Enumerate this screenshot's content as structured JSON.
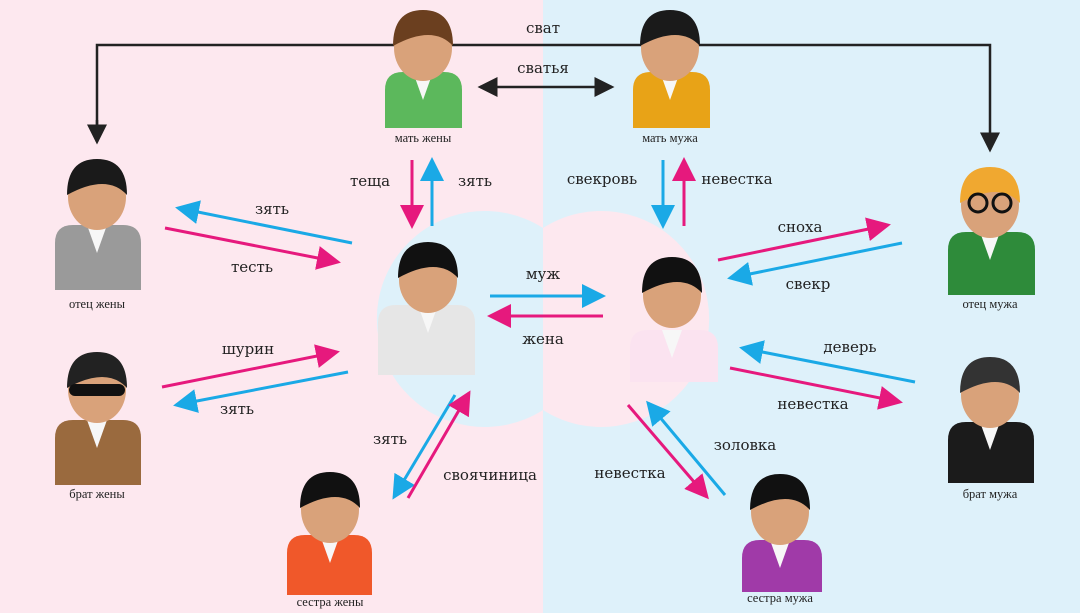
{
  "colors": {
    "left_bg": "#fde8ef",
    "right_bg": "#def1fa",
    "pink": "#e6197d",
    "blue": "#1aa9e6",
    "black": "#222222",
    "skin": "#d9a27a"
  },
  "people": {
    "wife_mother": {
      "name": "мать жены",
      "body": "#5cb85c",
      "hair": "#6b3f1f"
    },
    "husband_mother": {
      "name": "мать мужа",
      "body": "#e8a317",
      "hair": "#1a1a1a"
    },
    "wife_father": {
      "name": "отец жены",
      "body": "#9a9a9a",
      "hair": "#1a1a1a"
    },
    "husband_father": {
      "name": "отец мужа",
      "body": "#2e8b3a",
      "hair": "#f0a830"
    },
    "groom": {
      "name": "",
      "body": "#e6e6e6",
      "hair": "#111111"
    },
    "bride": {
      "name": "",
      "body": "#fbe3f0",
      "hair": "#111111"
    },
    "wife_brother": {
      "name": "брат жены",
      "body": "#9a6a3e",
      "hair": "#222222"
    },
    "husband_brother": {
      "name": "брат мужа",
      "body": "#1b1b1b",
      "hair": "#333333"
    },
    "wife_sister": {
      "name": "сестра жены",
      "body": "#f0582a",
      "hair": "#111111"
    },
    "husband_sister": {
      "name": "сестра мужа",
      "body": "#a03aa8",
      "hair": "#111111"
    }
  },
  "relations": {
    "svat": "сват",
    "svatya": "сватья",
    "tescha": "теща",
    "zyat_mother": "зять",
    "svekrov": "свекровь",
    "nevestka_mother": "невестка",
    "zyat_father": "зять",
    "test": "тесть",
    "muzh": "муж",
    "zhena": "жена",
    "snokha": "сноха",
    "svekr": "свекр",
    "shurin": "шурин",
    "zyat_brother": "зять",
    "dever": "деверь",
    "nevestka_brother": "невестка",
    "zyat_sister": "зять",
    "svoyachinitsa": "своячиница",
    "nevestka_sister": "невестка",
    "zolovka": "золовка"
  }
}
